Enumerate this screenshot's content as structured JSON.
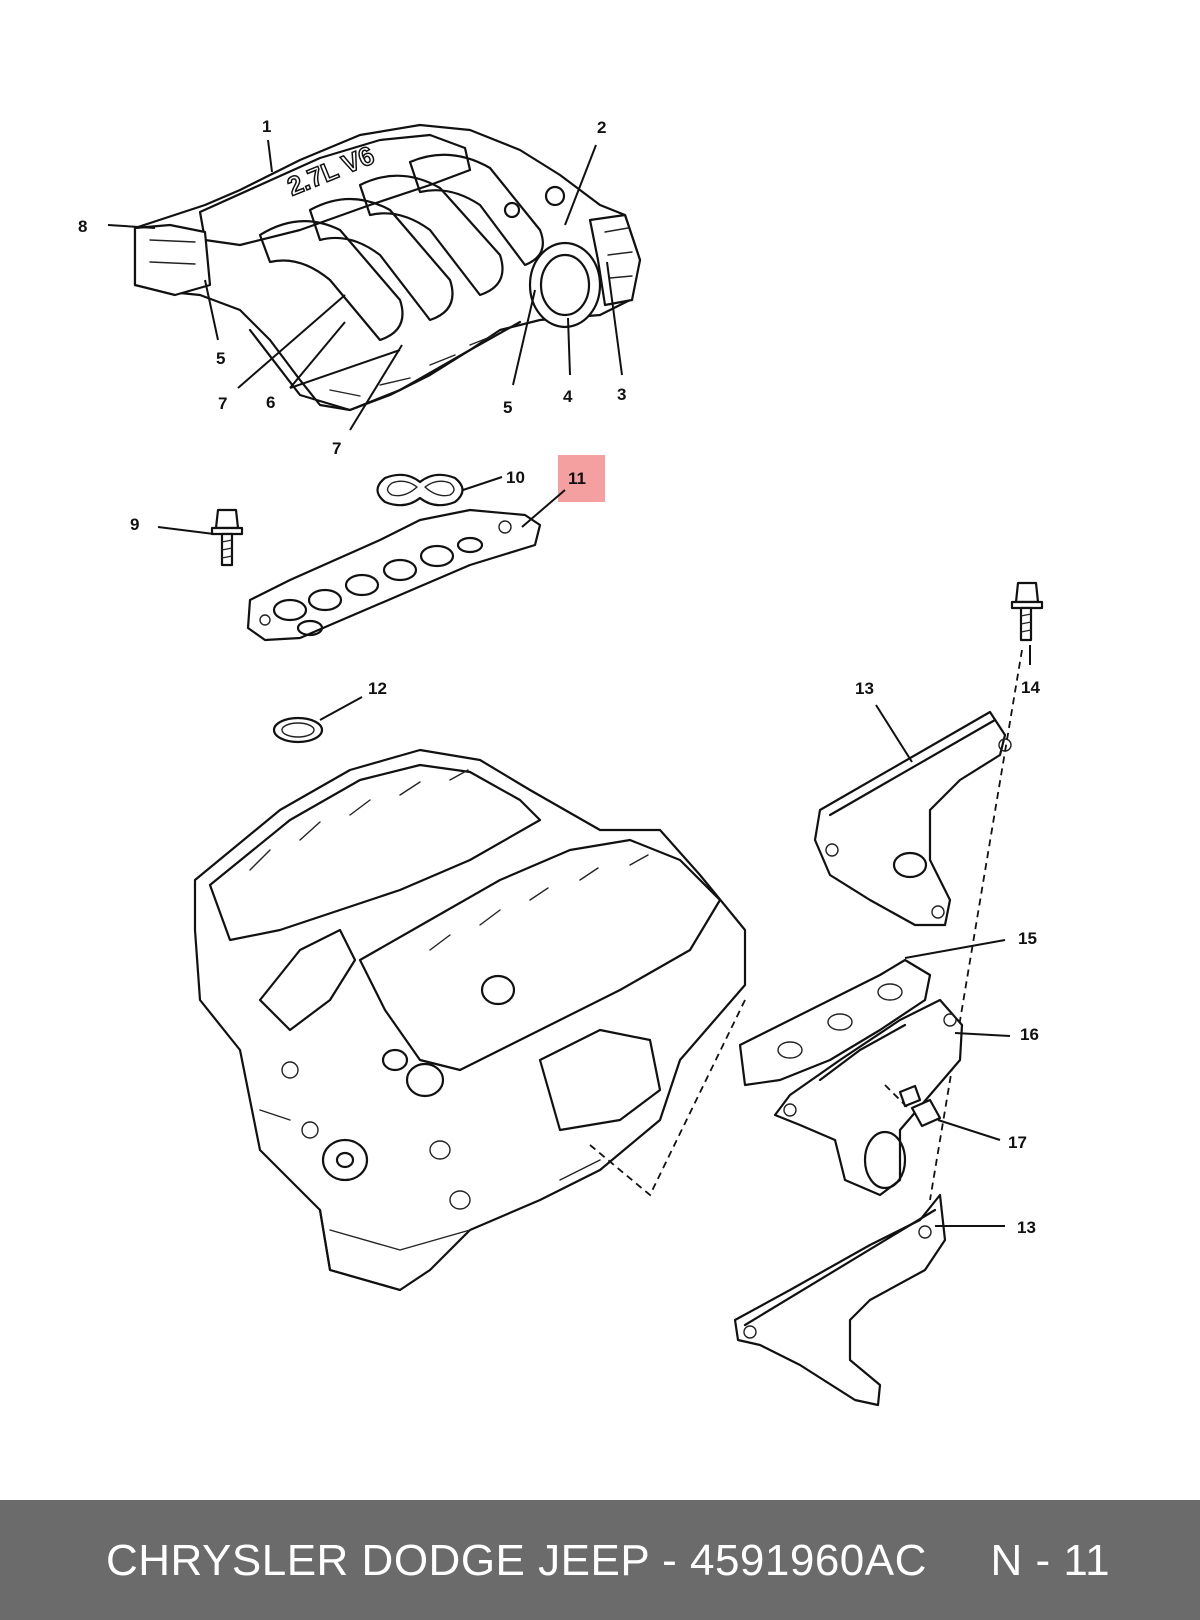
{
  "diagram": {
    "engine_badge": "2.7L V6",
    "callouts": {
      "c1": "1",
      "c2": "2",
      "c3": "3",
      "c4": "4",
      "c5a": "5",
      "c5b": "5",
      "c6": "6",
      "c7a": "7",
      "c7b": "7",
      "c8": "8",
      "c9": "9",
      "c10": "10",
      "c11": "11",
      "c12": "12",
      "c13a": "13",
      "c13b": "13",
      "c14": "14",
      "c15": "15",
      "c16": "16",
      "c17": "17"
    },
    "highlight_color": "#f08080"
  },
  "footer": {
    "text": "CHRYSLER DODGE JEEP - 4591960AC     N - 11",
    "background": "#6b6b6b"
  }
}
